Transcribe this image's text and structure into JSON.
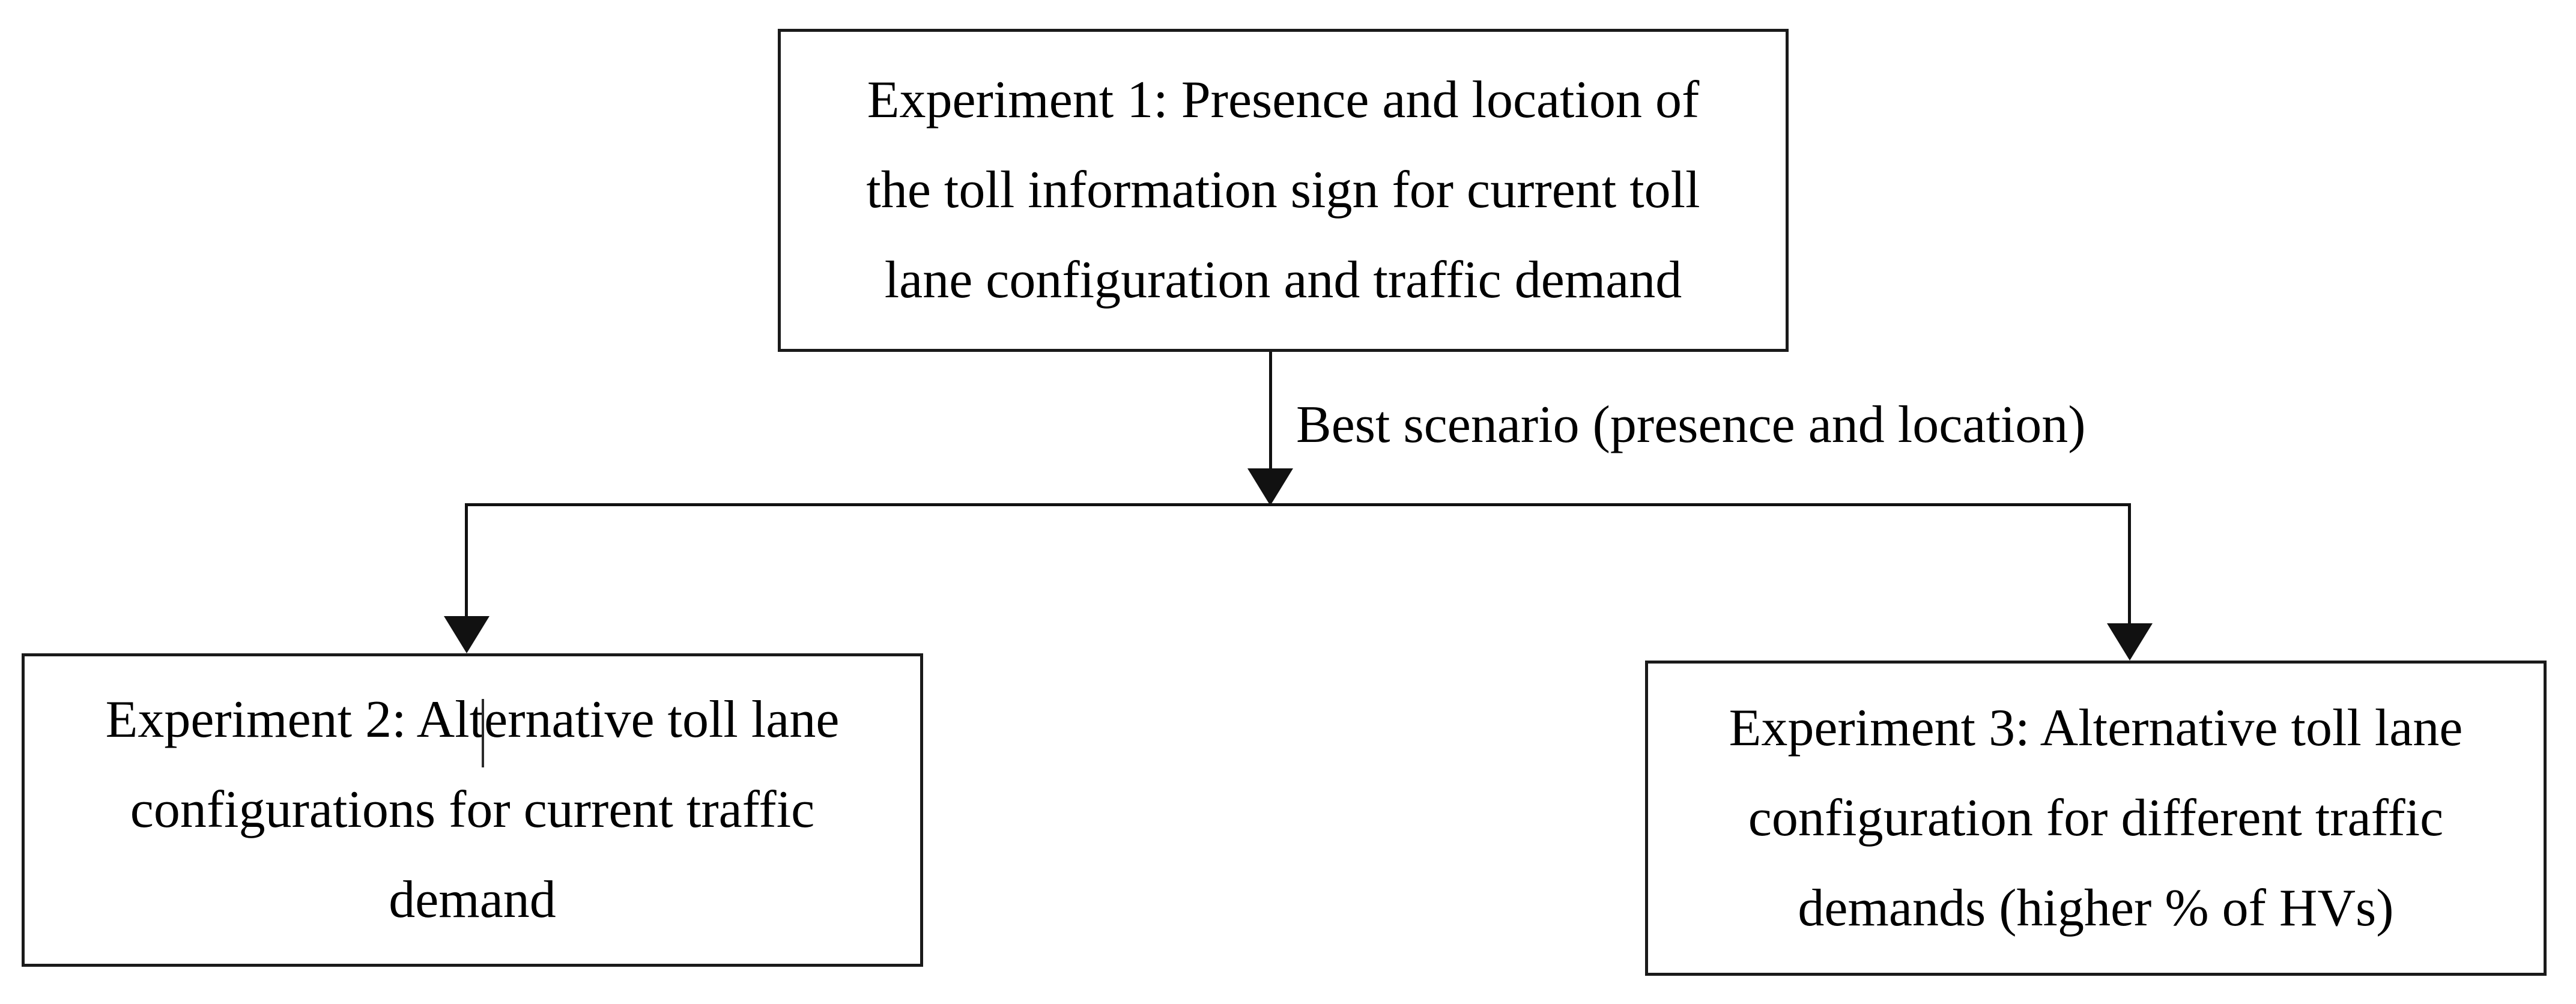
{
  "diagram": {
    "title": "Experiment flow diagram",
    "background_color": "#ffffff",
    "line_color": "#111111",
    "text_color": "#000000",
    "nodes": [
      {
        "id": "experiment-1",
        "label": "Experiment 1: Presence and location of\nthe toll information sign for current toll\nlane configuration and traffic demand",
        "lines": [
          "Experiment 1: Presence and location of",
          "the toll information sign for current toll",
          "lane configuration and traffic demand"
        ]
      },
      {
        "id": "experiment-2",
        "label": "Experiment 2: Alternative toll lane\nconfigurations for current traffic\ndemand",
        "lines": [
          "Experiment 2: Alternative toll lane",
          "configurations for current traffic",
          "demand"
        ]
      },
      {
        "id": "experiment-3",
        "label": "Experiment 3: Alternative toll lane\nconfiguration for different traffic\ndemands (higher % of HVs)",
        "lines": [
          "Experiment 3: Alternative toll lane",
          "configuration for different traffic",
          "demands (higher % of HVs)"
        ]
      }
    ],
    "edges": [
      {
        "id": "edge-exp1-split",
        "from": "experiment-1",
        "to": "split-bar",
        "label": "Best scenario (presence and location)"
      },
      {
        "id": "edge-split-exp2",
        "from": "split-bar",
        "to": "experiment-2",
        "label": ""
      },
      {
        "id": "edge-split-exp3",
        "from": "split-bar",
        "to": "experiment-3",
        "label": ""
      }
    ],
    "artifacts": {
      "text_caret": "|"
    }
  }
}
